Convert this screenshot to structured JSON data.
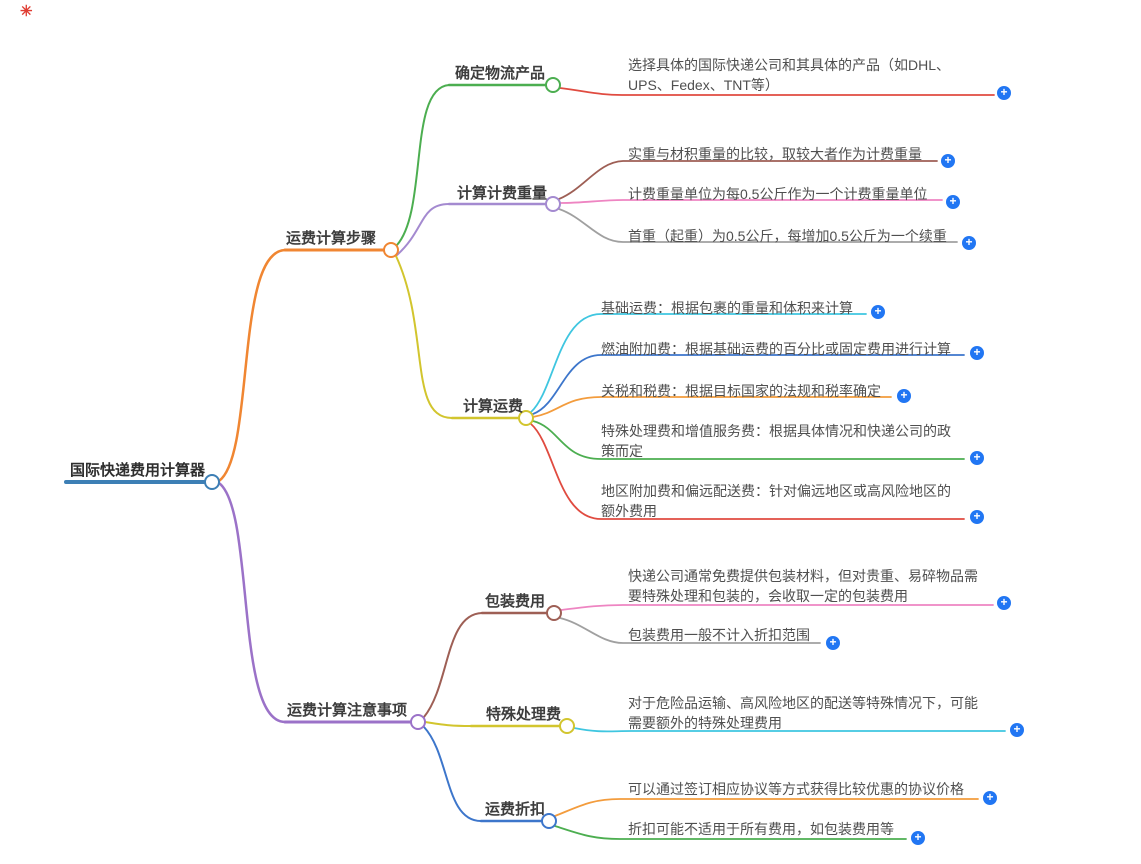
{
  "palette": {
    "root_blue": "#3d7fb5",
    "orange": "#f08632",
    "purple": "#9b72c8",
    "light_purple": "#a48ad0",
    "green": "#4cae50",
    "olive": "#d2c52e",
    "brown": "#9e5f55",
    "pink": "#ee85c2",
    "gray": "#a0a0a0",
    "cyan": "#3fc6e0",
    "blue": "#3d76cb",
    "leaf_orange": "#f39c3d",
    "red": "#e04b40",
    "plus_blue": "#2176f3"
  },
  "icons": {
    "plus": "+",
    "corner_mark": "✳"
  },
  "mindmap": {
    "root": {
      "label": "国际快递费用计算器"
    },
    "branches": [
      {
        "label": "运费计算步骤",
        "children": [
          {
            "label": "确定物流产品",
            "leaves": [
              "选择具体的国际快递公司和其具体的产品（如DHL、UPS、Fedex、TNT等）"
            ]
          },
          {
            "label": "计算计费重量",
            "leaves": [
              "实重与材积重量的比较，取较大者作为计费重量",
              "计费重量单位为每0.5公斤作为一个计费重量单位",
              "首重（起重）为0.5公斤，每增加0.5公斤为一个续重"
            ]
          },
          {
            "label": "计算运费",
            "leaves": [
              "基础运费：根据包裹的重量和体积来计算",
              "燃油附加费：根据基础运费的百分比或固定费用进行计算",
              "关税和税费：根据目标国家的法规和税率确定",
              "特殊处理费和增值服务费：根据具体情况和快递公司的政策而定",
              "地区附加费和偏远配送费：针对偏远地区或高风险地区的额外费用"
            ]
          }
        ]
      },
      {
        "label": "运费计算注意事项",
        "children": [
          {
            "label": "包装费用",
            "leaves": [
              "快递公司通常免费提供包装材料，但对贵重、易碎物品需要特殊处理和包装的，会收取一定的包装费用",
              "包装费用一般不计入折扣范围"
            ]
          },
          {
            "label": "特殊处理费",
            "leaves": [
              "对于危险品运输、高风险地区的配送等特殊情况下，可能需要额外的特殊处理费用"
            ]
          },
          {
            "label": "运费折扣",
            "leaves": [
              "可以通过签订相应协议等方式获得比较优惠的协议价格",
              "折扣可能不适用于所有费用，如包装费用等"
            ]
          }
        ]
      }
    ]
  }
}
